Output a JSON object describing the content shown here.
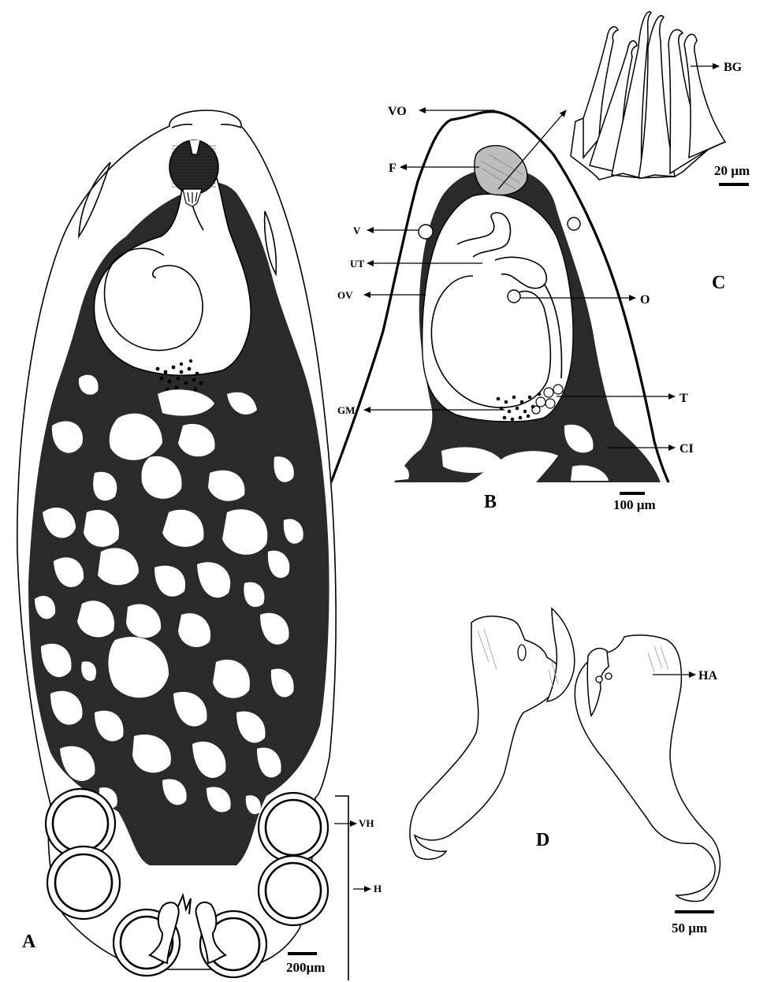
{
  "figure": {
    "panels": {
      "a": "A",
      "b": "B",
      "c": "C",
      "d": "D"
    },
    "labels": {
      "vo": "VO",
      "f": "F",
      "v": "V",
      "ut": "UT",
      "ov": "OV",
      "o": "O",
      "gm": "GM",
      "t": "T",
      "ci": "CI",
      "bg": "BG",
      "ha": "HA",
      "vh": "VH",
      "h": "H"
    },
    "scale_bars": {
      "a": "200µm",
      "b": "100 µm",
      "c": "20 µm",
      "d": "50 µm"
    }
  }
}
